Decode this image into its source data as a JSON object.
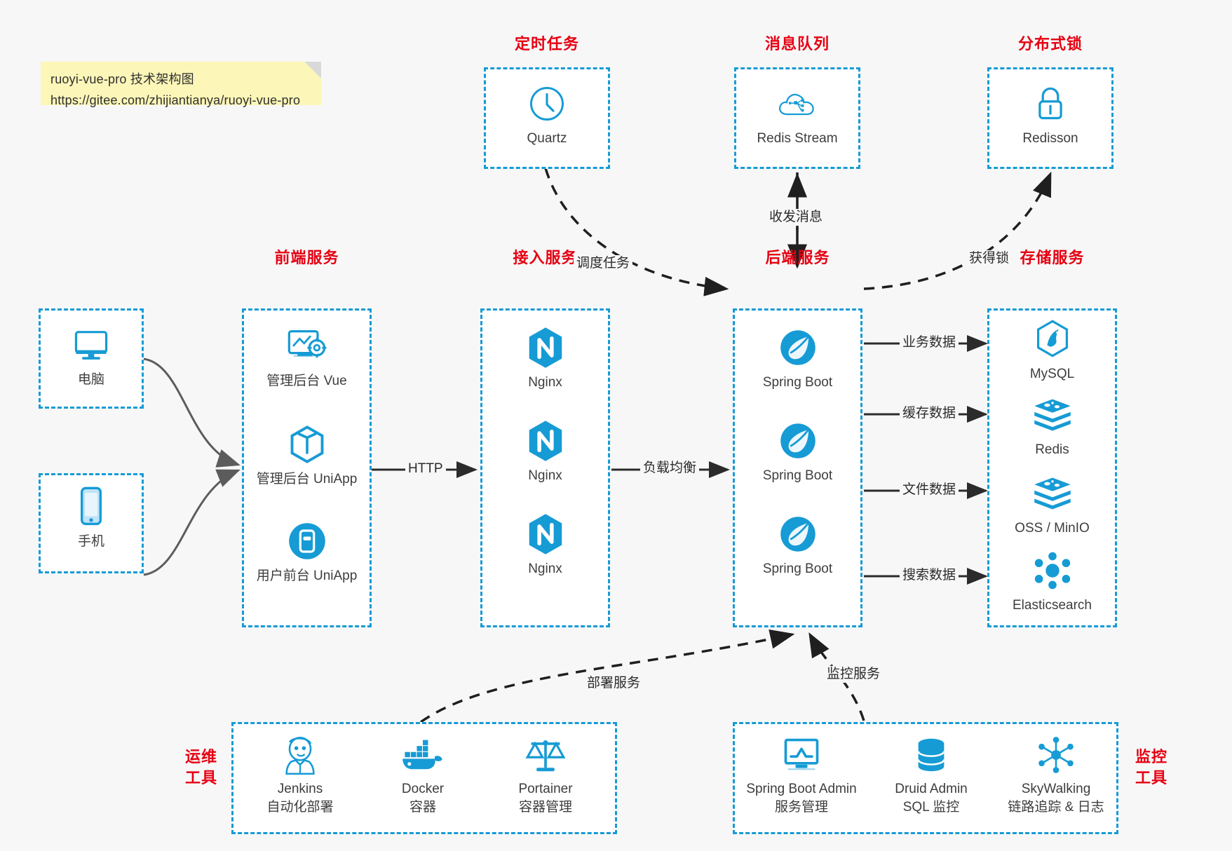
{
  "note": {
    "line1": "ruoyi-vue-pro 技术架构图",
    "line2": "https://gitee.com/zhijiantianya/ruoyi-vue-pro"
  },
  "colors": {
    "accent": "#169bd5",
    "title": "#e60012",
    "background": "#f7f7f7",
    "note_bg": "#fcf6b8",
    "text": "#3d3d3d",
    "edge": "#2b2b2b",
    "client_edge": "#595959"
  },
  "groups": {
    "scheduled_task": {
      "title": "定时任务",
      "items": [
        {
          "label": "Quartz",
          "icon": "clock-icon"
        }
      ]
    },
    "message_queue": {
      "title": "消息队列",
      "items": [
        {
          "label": "Redis Stream",
          "icon": "cloud-network-icon"
        }
      ]
    },
    "distributed_lock": {
      "title": "分布式锁",
      "items": [
        {
          "label": "Redisson",
          "icon": "lock-icon"
        }
      ]
    },
    "clients": {
      "items": [
        {
          "label": "电脑",
          "icon": "desktop-icon"
        },
        {
          "label": "手机",
          "icon": "mobile-icon"
        }
      ]
    },
    "frontend": {
      "title": "前端服务",
      "items": [
        {
          "label": "管理后台 Vue",
          "icon": "dashboard-settings-icon"
        },
        {
          "label": "管理后台 UniApp",
          "icon": "cube-icon"
        },
        {
          "label": "用户前台 UniApp",
          "icon": "app-window-icon"
        }
      ]
    },
    "gateway": {
      "title": "接入服务",
      "items": [
        {
          "label": "Nginx",
          "icon": "nginx-icon"
        },
        {
          "label": "Nginx",
          "icon": "nginx-icon"
        },
        {
          "label": "Nginx",
          "icon": "nginx-icon"
        }
      ]
    },
    "backend": {
      "title": "后端服务",
      "items": [
        {
          "label": "Spring Boot",
          "icon": "spring-boot-icon"
        },
        {
          "label": "Spring Boot",
          "icon": "spring-boot-icon"
        },
        {
          "label": "Spring Boot",
          "icon": "spring-boot-icon"
        }
      ]
    },
    "storage": {
      "title": "存储服务",
      "items": [
        {
          "label": "MySQL",
          "icon": "mysql-icon"
        },
        {
          "label": "Redis",
          "icon": "redis-icon"
        },
        {
          "label": "OSS / MinIO",
          "icon": "redis-icon"
        },
        {
          "label": "Elasticsearch",
          "icon": "elasticsearch-icon"
        }
      ]
    },
    "devops": {
      "title_line1": "运维",
      "title_line2": "工具",
      "items": [
        {
          "label": "Jenkins",
          "sub": "自动化部署",
          "icon": "jenkins-icon"
        },
        {
          "label": "Docker",
          "sub": "容器",
          "icon": "docker-icon"
        },
        {
          "label": "Portainer",
          "sub": "容器管理",
          "icon": "scales-icon"
        }
      ]
    },
    "monitoring": {
      "title_line1": "监控",
      "title_line2": "工具",
      "items": [
        {
          "label": "Spring Boot Admin",
          "sub": "服务管理",
          "icon": "monitor-chart-icon"
        },
        {
          "label": "Druid Admin",
          "sub": "SQL 监控",
          "icon": "database-icon"
        },
        {
          "label": "SkyWalking",
          "sub": "链路追踪 & 日志",
          "icon": "network-nodes-icon"
        }
      ]
    }
  },
  "edges": [
    {
      "id": "http",
      "label": "HTTP"
    },
    {
      "id": "load-balance",
      "label": "负载均衡"
    },
    {
      "id": "schedule-task",
      "label": "调度任务"
    },
    {
      "id": "send-recv-msg",
      "label": "收发消息"
    },
    {
      "id": "acquire-lock",
      "label": "获得锁"
    },
    {
      "id": "business-data",
      "label": "业务数据"
    },
    {
      "id": "cache-data",
      "label": "缓存数据"
    },
    {
      "id": "file-data",
      "label": "文件数据"
    },
    {
      "id": "search-data",
      "label": "搜索数据"
    },
    {
      "id": "deploy-service",
      "label": "部署服务"
    },
    {
      "id": "monitor-service",
      "label": "监控服务"
    }
  ]
}
